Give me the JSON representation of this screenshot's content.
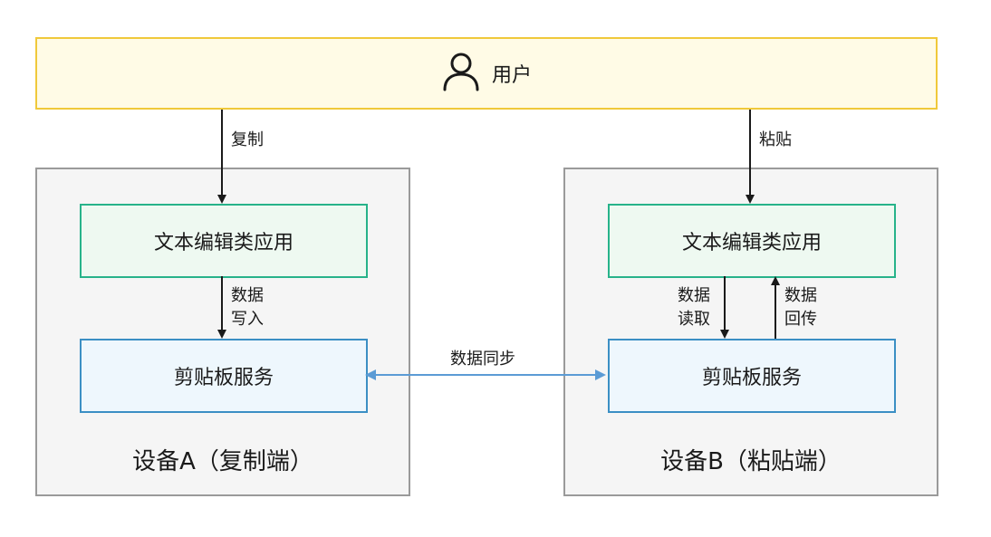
{
  "user": {
    "label": "用户"
  },
  "edges": {
    "copy": "复制",
    "paste": "粘贴",
    "write_line1": "数据",
    "write_line2": "写入",
    "read_line1": "数据",
    "read_line2": "读取",
    "return_line1": "数据",
    "return_line2": "回传",
    "sync": "数据同步"
  },
  "device_a": {
    "app": "文本编辑类应用",
    "service": "剪贴板服务",
    "caption": "设备A（复制端）"
  },
  "device_b": {
    "app": "文本编辑类应用",
    "service": "剪贴板服务",
    "caption": "设备B（粘贴端）"
  },
  "colors": {
    "user_fill": "#fffbe6",
    "user_border": "#f0c93a",
    "app_border": "#27b38a",
    "service_border": "#3b8fc4",
    "sync_arrow": "#5b9bd5",
    "device_border": "#9a9a9a"
  }
}
